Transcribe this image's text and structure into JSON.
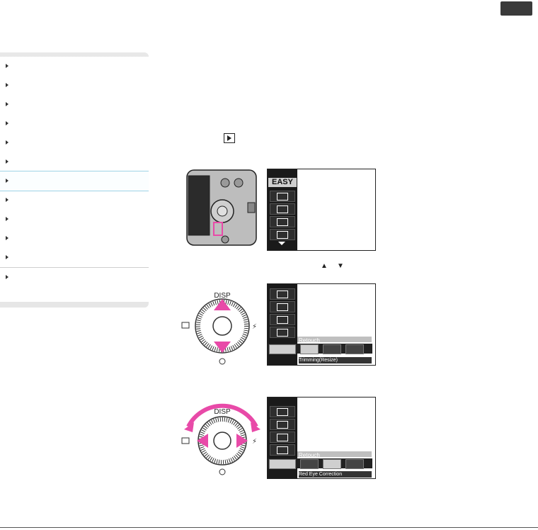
{
  "header": {
    "nav_button_label": ""
  },
  "sidebar": {
    "items": [
      {
        "label": ""
      },
      {
        "label": ""
      },
      {
        "label": ""
      },
      {
        "label": ""
      },
      {
        "label": ""
      },
      {
        "label": ""
      },
      {
        "label": ""
      },
      {
        "label": ""
      },
      {
        "label": ""
      },
      {
        "label": ""
      },
      {
        "label": ""
      },
      {
        "label": ""
      }
    ],
    "active_index": 6
  },
  "step": {
    "playback_icon": "playback-icon",
    "updown_glyphs": [
      "▲",
      "▼"
    ]
  },
  "figures": {
    "menu1": {
      "easy_label": "EASY"
    },
    "menu2": {
      "section_label": "Retouch",
      "caption": "Trimming(Resize)"
    },
    "menu3": {
      "section_label": "Retouch",
      "caption": "Red Eye Correction"
    },
    "dial_label": "DISP"
  },
  "colors": {
    "accent": "#e84aa8",
    "active_border": "#9ed3e6",
    "dark": "#1a1a1a"
  }
}
